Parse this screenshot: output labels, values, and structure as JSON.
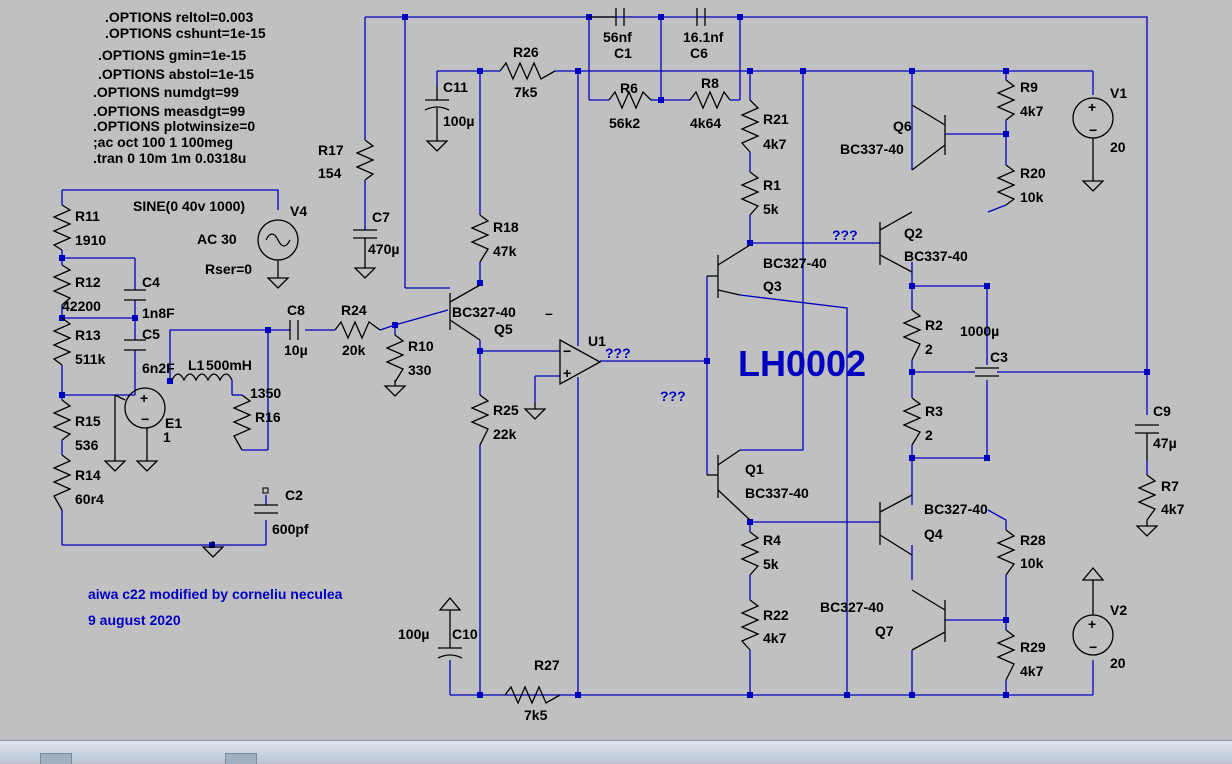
{
  "schematic": {
    "directives": [
      ".OPTIONS reltol=0.003",
      ".OPTIONS cshunt=1e-15",
      ".OPTIONS gmin=1e-15",
      ".OPTIONS abstol=1e-15",
      ".OPTIONS numdgt=99",
      ".OPTIONS measdgt=99",
      ".OPTIONS plotwinsize=0",
      ";ac oct 100 1 100meg",
      ".tran 0 10m 1m 0.0318u"
    ],
    "source_v4": {
      "name": "V4",
      "wave": "SINE(0 40v 1000)",
      "ac": "AC 30",
      "rser": "Rser=0"
    },
    "source_v1": {
      "name": "V1",
      "value": "20"
    },
    "source_v2": {
      "name": "V2",
      "value": "20"
    },
    "source_e1": {
      "name": "E1",
      "value": "1"
    },
    "opamp_u1": {
      "name": "U1"
    },
    "ic_label": "LH0002",
    "net_labels": {
      "q2_base": "???",
      "u1_out": "???",
      "mid": "???"
    },
    "resistors": [
      {
        "name": "R11",
        "value": "1910"
      },
      {
        "name": "R12",
        "value": "42200"
      },
      {
        "name": "R13",
        "value": "511k"
      },
      {
        "name": "R15",
        "value": "536"
      },
      {
        "name": "R14",
        "value": "60r4"
      },
      {
        "name": "R17",
        "value": "154"
      },
      {
        "name": "R26",
        "value": "7k5"
      },
      {
        "name": "R24",
        "value": "20k"
      },
      {
        "name": "R10",
        "value": "330"
      },
      {
        "name": "R18",
        "value": "47k"
      },
      {
        "name": "R25",
        "value": "22k"
      },
      {
        "name": "R27",
        "value": "7k5"
      },
      {
        "name": "R6",
        "value": "56k2"
      },
      {
        "name": "R8",
        "value": "4k64"
      },
      {
        "name": "R21",
        "value": "4k7"
      },
      {
        "name": "R1",
        "value": "5k"
      },
      {
        "name": "R4",
        "value": "5k"
      },
      {
        "name": "R22",
        "value": "4k7"
      },
      {
        "name": "R9",
        "value": "4k7"
      },
      {
        "name": "R20",
        "value": "10k"
      },
      {
        "name": "R2",
        "value": "2"
      },
      {
        "name": "R3",
        "value": "2"
      },
      {
        "name": "R28",
        "value": "10k"
      },
      {
        "name": "R29",
        "value": "4k7"
      },
      {
        "name": "R7",
        "value": "4k7"
      },
      {
        "name": "R16",
        "value": "1350"
      }
    ],
    "capacitors": [
      {
        "name": "C4",
        "value": "1n8F"
      },
      {
        "name": "C5",
        "value": "6n2F"
      },
      {
        "name": "C7",
        "value": "470µ"
      },
      {
        "name": "C11",
        "value": "100µ"
      },
      {
        "name": "C8",
        "value": "10µ"
      },
      {
        "name": "C1",
        "value": "56nf"
      },
      {
        "name": "C6",
        "value": "16.1nf"
      },
      {
        "name": "C3",
        "value": "1000µ"
      },
      {
        "name": "C9",
        "value": "47µ"
      },
      {
        "name": "C10",
        "value": "100µ"
      },
      {
        "name": "C2",
        "value": "600pf"
      }
    ],
    "inductor_l1": {
      "name": "L1",
      "value": "500mH"
    },
    "transistors": [
      {
        "name": "Q5",
        "model": "BC327-40"
      },
      {
        "name": "Q3",
        "model": "BC327-40"
      },
      {
        "name": "Q1",
        "model": "BC337-40"
      },
      {
        "name": "Q2",
        "model": "BC337-40"
      },
      {
        "name": "Q6",
        "model": "BC337-40"
      },
      {
        "name": "Q4",
        "model": "BC327-40"
      },
      {
        "name": "Q7",
        "model": "BC327-40"
      }
    ],
    "credit_line1": "aiwa c22 modified by corneliu neculea",
    "credit_line2": "9 august 2020"
  },
  "colors": {
    "wire": "#0000c0",
    "component": "#000000",
    "background": "#c0c0c0"
  }
}
